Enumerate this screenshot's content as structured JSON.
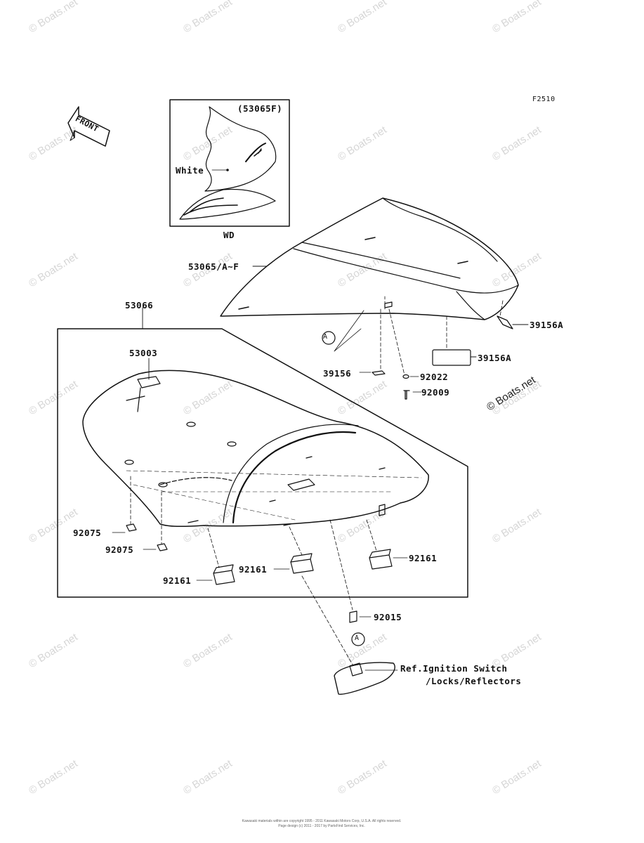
{
  "figure_code": "F2510",
  "inset": {
    "part_number": "(53065F)",
    "color_label": "White",
    "variant_label": "WD"
  },
  "front_arrow": "FRONT",
  "callout_ref": "A",
  "parts": {
    "seat_cover": "53065/A~F",
    "seat_assembly": "53066",
    "seat_pan": "53003",
    "reflector_top": "39156A",
    "reflector_lower": "39156A",
    "bracket": "39156",
    "washer": "92022",
    "bolt": "92009",
    "nut_1": "92075",
    "nut_2": "92075",
    "damper_left": "92161",
    "damper_center": "92161",
    "damper_right": "92161",
    "collar": "92015"
  },
  "reference": {
    "line1": "Ref.Ignition Switch",
    "line2": "/Locks/Reflectors"
  },
  "watermark": "© Boats.net",
  "footer": {
    "line1": "Kawasaki materials within are copyright 1995 - 2011 Kawasaki Motors Corp, U.S.A. All rights reserved.",
    "line2": "Page design (c) 2011 - 2017 by PartsFind Services, Inc."
  }
}
